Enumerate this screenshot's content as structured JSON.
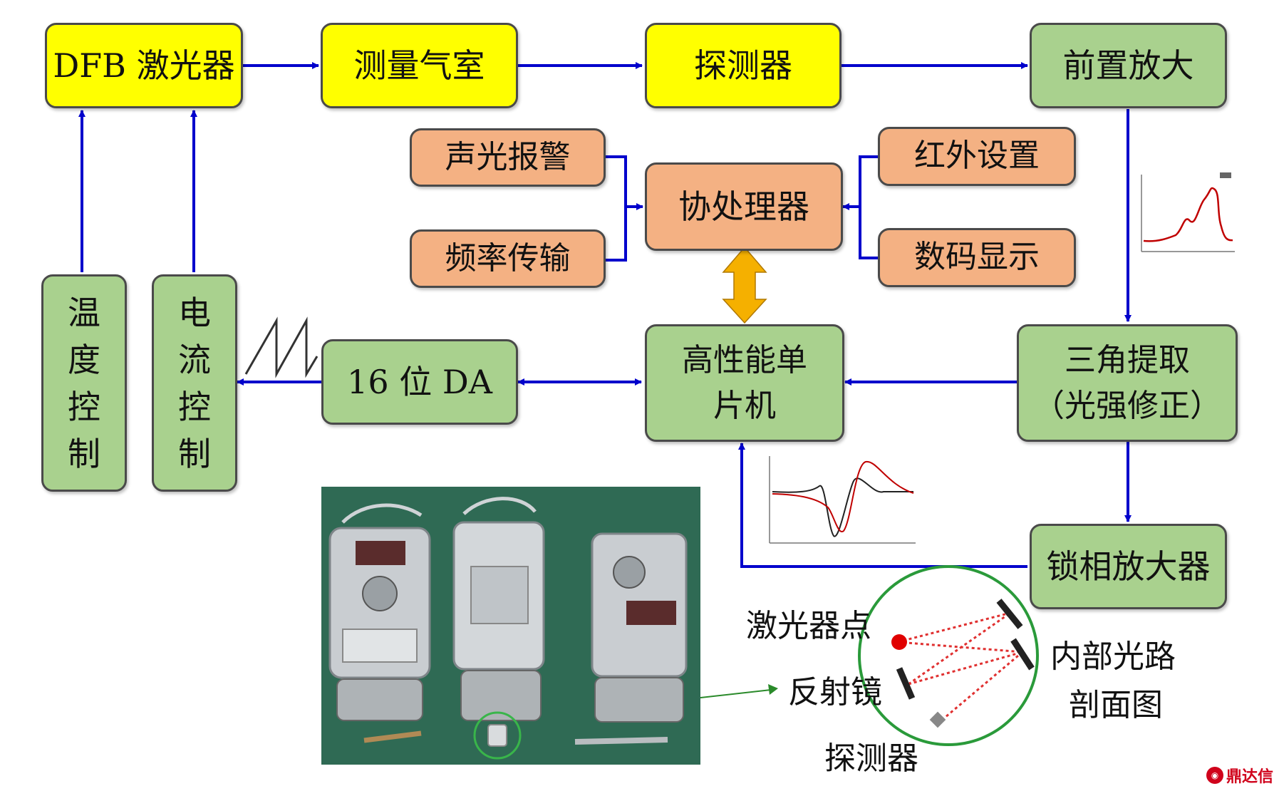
{
  "boxes": {
    "dfb_laser": "DFB 激光器",
    "gas_cell": "测量气室",
    "detector": "探测器",
    "preamp": "前置放大",
    "alarm": "声光报警",
    "coprocessor": "协处理器",
    "infrared": "红外设置",
    "freq_transmit": "频率传输",
    "digital_display": "数码显示",
    "temp_control": "温度控制",
    "current_control": "电流控制",
    "da16": "16 位 DA",
    "mcu_line1": "高性能单",
    "mcu_line2": "片机",
    "triangle_line1": "三角提取",
    "triangle_line2": "（光强修正）",
    "lockin": "锁相放大器"
  },
  "optical": {
    "laser_point": "激光器点",
    "mirror": "反射镜",
    "detector": "探测器",
    "section_line1": "内部光路",
    "section_line2": "剖面图"
  },
  "watermark": "鼎达信",
  "colors": {
    "yellow": "#ffff00",
    "green": "#a9d18e",
    "orange": "#f4b183",
    "arrow": "#0000cc",
    "double_arrow": "#f5b000",
    "photo_bg": "#2f6a54"
  }
}
